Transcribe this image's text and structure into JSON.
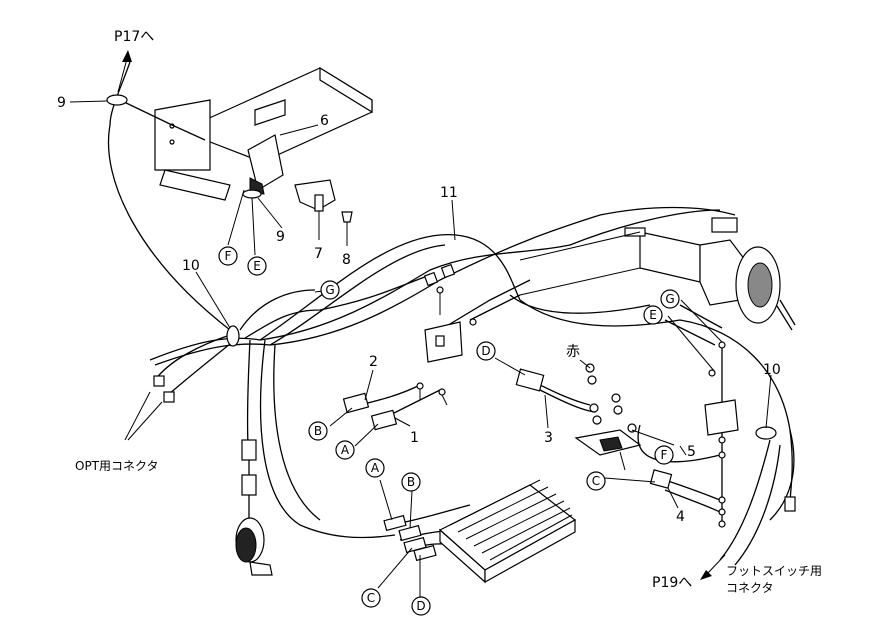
{
  "references": {
    "to_p17": "P17へ",
    "to_p19": "P19へ"
  },
  "part_numbers": {
    "n1": "1",
    "n2": "2",
    "n3": "3",
    "n4": "4",
    "n5": "5",
    "n6": "6",
    "n7": "7",
    "n8": "8",
    "n9_top": "9",
    "n9_mid": "9",
    "n10_left": "10",
    "n10_right": "10",
    "n11": "11"
  },
  "connector_labels": {
    "A": "A",
    "B": "B",
    "C": "C",
    "D": "D",
    "E": "E",
    "F": "F",
    "G": "G"
  },
  "text_labels": {
    "red": "赤",
    "opt_connector": "OPT用コネクタ",
    "foot_switch_line1": "フットスイッチ用",
    "foot_switch_line2": "コネクタ"
  }
}
